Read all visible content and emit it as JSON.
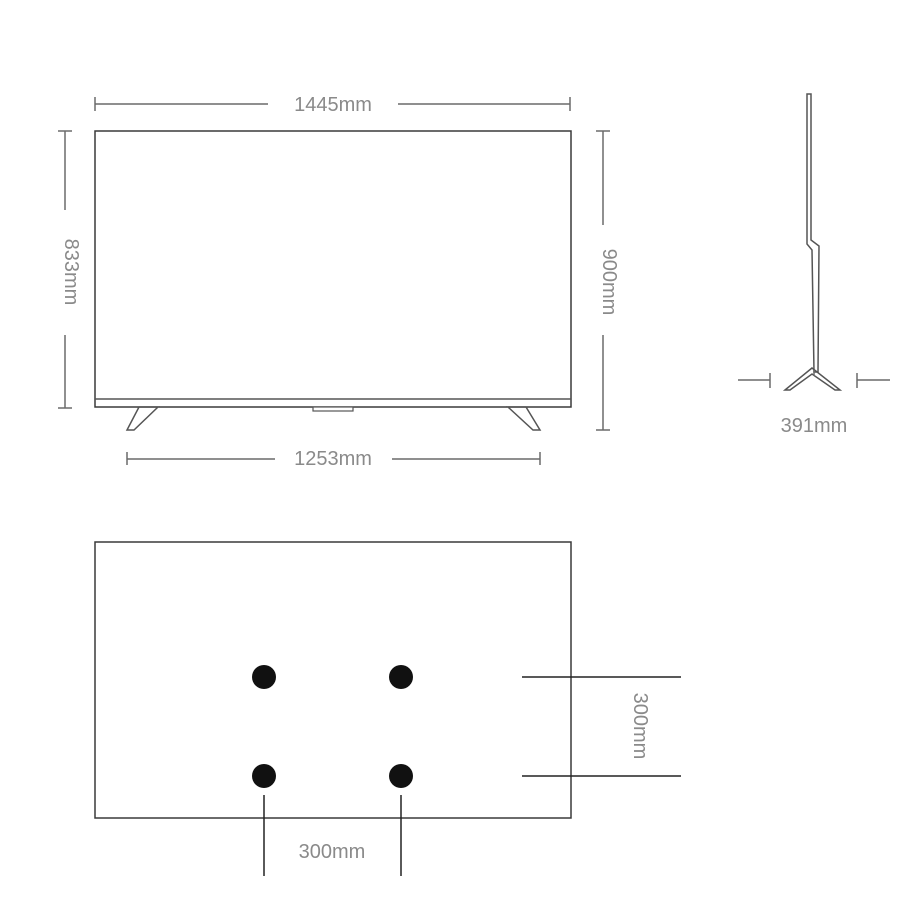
{
  "front_view": {
    "width_label": "1445mm",
    "height_without_stand_label": "833mm",
    "height_with_stand_label": "900mm",
    "stand_span_label": "1253mm"
  },
  "side_view": {
    "depth_label": "391mm"
  },
  "back_view": {
    "vesa_vertical_label": "300mm",
    "vesa_horizontal_label": "300mm"
  },
  "colors": {
    "dimension_text": "#8a8a8a",
    "line": "#3a3a3a",
    "hole": "#111111"
  }
}
